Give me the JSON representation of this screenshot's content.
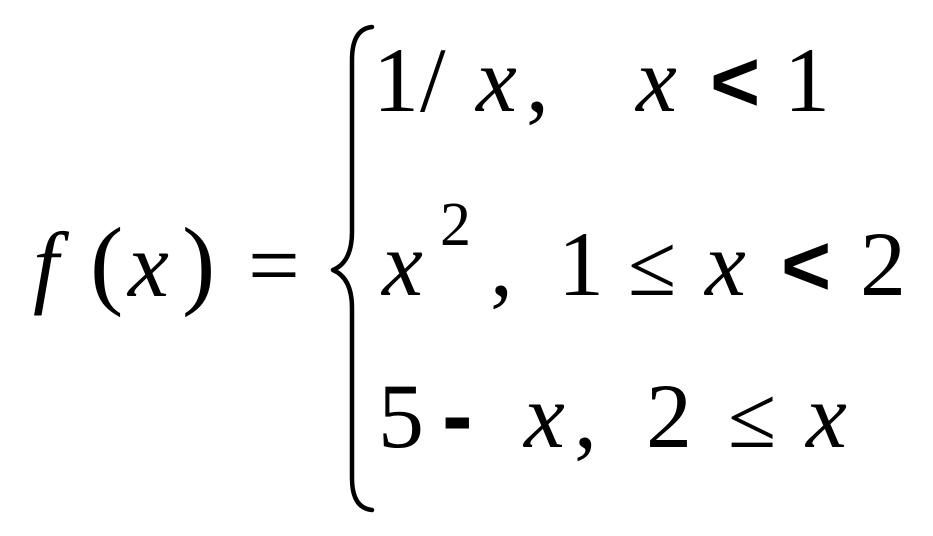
{
  "formula": {
    "lhs": {
      "func": "f",
      "open_paren": "(",
      "var": "x",
      "close_paren": ")",
      "equals": "="
    },
    "cases": [
      {
        "expr": {
          "numerator": "1",
          "slash": "/",
          "var": "x",
          "comma": ","
        },
        "cond": {
          "var": "x",
          "rel": "<",
          "bound": "1"
        }
      },
      {
        "expr": {
          "var": "x",
          "exponent": "2",
          "comma": ","
        },
        "cond": {
          "lower": "1",
          "rel1": "≤",
          "var": "x",
          "rel2": "<",
          "upper": "2"
        }
      },
      {
        "expr": {
          "const": "5",
          "minus": "-",
          "var": "x",
          "comma": ","
        },
        "cond": {
          "lower": "2",
          "rel": "≤",
          "var": "x"
        }
      }
    ]
  }
}
